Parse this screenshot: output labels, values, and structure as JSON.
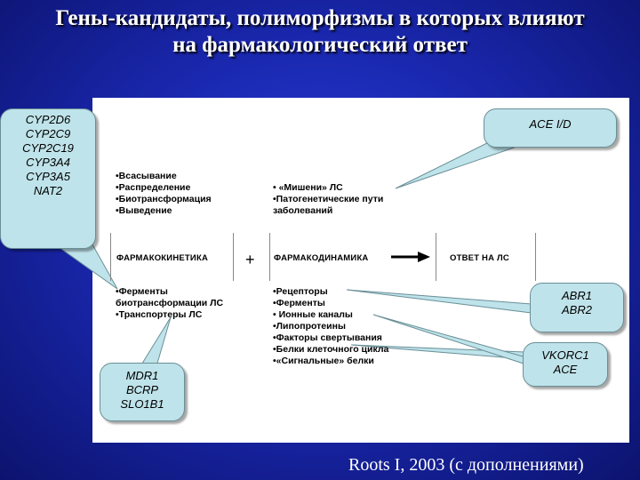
{
  "title": {
    "line1": "Гены-кандидаты, полиморфизмы в которых влияют",
    "line2": "на фармакологический ответ"
  },
  "diagram": {
    "pk_upper_list": [
      "•Всасывание",
      "•Распределение",
      "•Биотрансформация",
      "•Выведение"
    ],
    "pd_upper_list": [
      "• «Мишени» ЛС",
      "•Патогенетические пути",
      "заболеваний"
    ],
    "pk_label": "ФАРМАКОКИНЕТИКА",
    "plus_sign": "+",
    "pd_label": "ФАРМАКОДИНАМИКА",
    "response_label": "ОТВЕТ НА ЛС",
    "pk_lower_list": [
      "•Ферменты",
      "биотрансформации ЛС",
      "•Транспортеры ЛС"
    ],
    "pd_lower_list": [
      "•Рецепторы",
      "•Ферменты",
      "• Ионные каналы",
      "•Липопротеины",
      "•Факторы свертывания",
      "•Белки клеточного цикла",
      "•«Сигнальные» белки"
    ]
  },
  "callouts": {
    "cyp": [
      "CYP2D6",
      "CYP2C9",
      "CYP2C19",
      "CYP3A4",
      "CYP3A5",
      "NAT2"
    ],
    "ace": [
      "ACE I/D"
    ],
    "abr": [
      "ABR1",
      "ABR2"
    ],
    "vkorc": [
      "VKORC1",
      "ACE"
    ],
    "mdr": [
      "MDR1",
      "BCRP",
      "SLO1B1"
    ]
  },
  "citation": "Roots I, 2003 (с дополнениями)",
  "colors": {
    "background": "#1a28b0",
    "callout_fill": "#bfe3ea",
    "panel": "#ffffff"
  }
}
